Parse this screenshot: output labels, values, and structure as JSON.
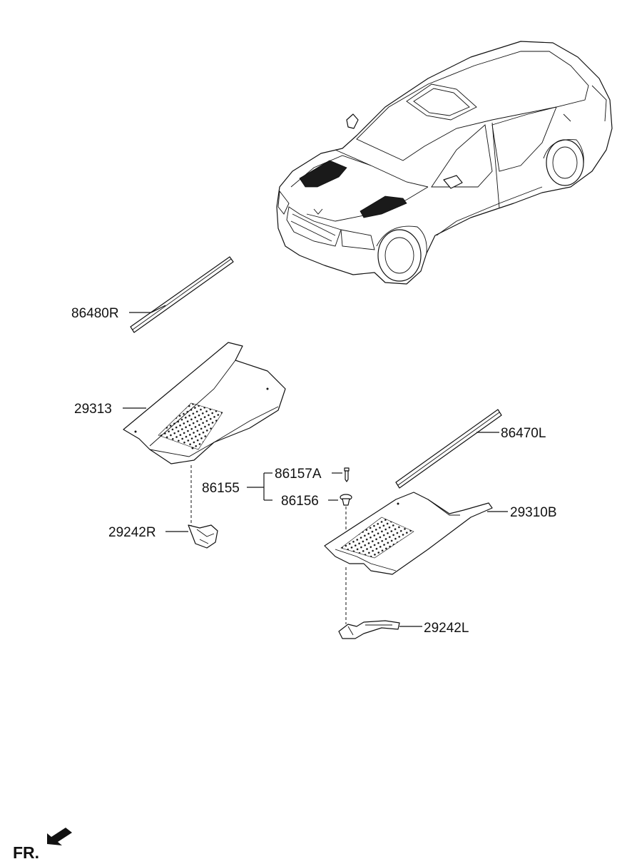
{
  "labels": {
    "p86480R": "86480R",
    "p29313": "29313",
    "p86470L": "86470L",
    "p86155": "86155",
    "p86157A": "86157A",
    "p86156": "86156",
    "p29310B": "29310B",
    "p29242R": "29242R",
    "p29242L": "29242L"
  },
  "direction": {
    "fr": "FR."
  }
}
